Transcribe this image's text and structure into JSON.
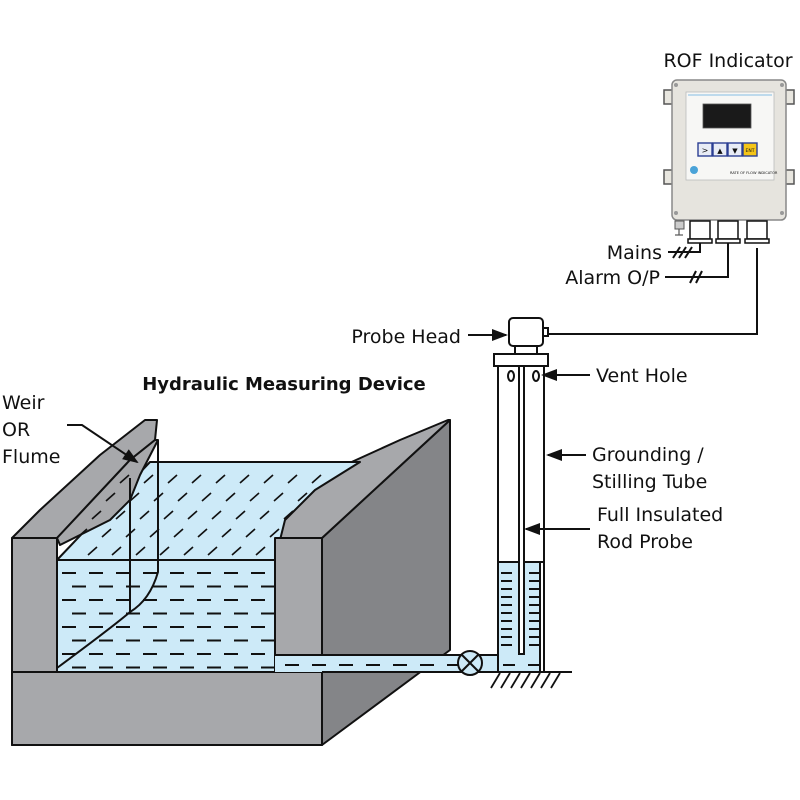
{
  "diagram": {
    "title": "Hydraulic Measuring Device",
    "indicator": {
      "label": "ROF Indicator",
      "panel_text": "RATE OF FLOW INDICATOR",
      "buttons": [
        {
          "glyph": ">",
          "name": "shift"
        },
        {
          "glyph": "▲",
          "name": "up"
        },
        {
          "glyph": "▼",
          "name": "down"
        },
        {
          "glyph": "ENT",
          "name": "enter"
        }
      ]
    },
    "labels": {
      "mains": "Mains",
      "alarm": "Alarm O/P",
      "probe_head": "Probe Head",
      "vent_hole": "Vent Hole",
      "grounding_1": "Grounding /",
      "grounding_2": "Stilling Tube",
      "rod_1": "Full Insulated",
      "rod_2": "Rod Probe",
      "weir_1": "Weir",
      "weir_2": "OR",
      "weir_3": "Flume"
    },
    "colors": {
      "water": "#cdeaf8",
      "concrete_light": "#a7a8ab",
      "concrete_dark": "#848588",
      "line": "#111111",
      "enter_button": "#f5c518",
      "keypad_blue": "#2b3f93",
      "display": "#1a1a1a"
    }
  }
}
